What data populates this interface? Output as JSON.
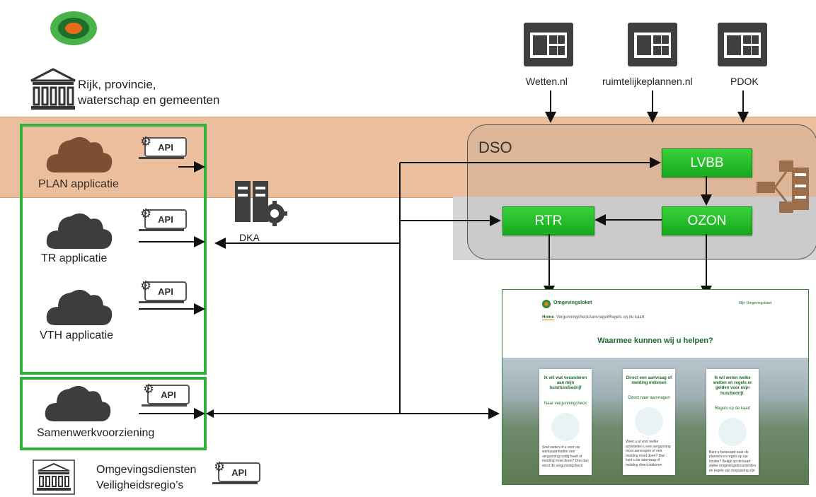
{
  "government": {
    "label_line1": "Rijk, provincie,",
    "label_line2": "waterschap en gemeenten"
  },
  "sources": [
    {
      "label": "Wetten.nl"
    },
    {
      "label": "ruimtelijkeplannen.nl"
    },
    {
      "label": "PDOK"
    }
  ],
  "dso": {
    "label": "DSO",
    "lvbb": "LVBB",
    "ozon": "OZON",
    "rtr": "RTR"
  },
  "apps": [
    {
      "label": "PLAN applicatie"
    },
    {
      "label": "TR applicatie"
    },
    {
      "label": "VTH applicatie"
    },
    {
      "label": "Samenwerkvoorziening"
    }
  ],
  "api_label": "API",
  "dka_label": "DKA",
  "bottom_org": {
    "line1": "Omgevingsdiensten",
    "line2": "Veiligheidsregio’s"
  },
  "website": {
    "logo_text": "Omgevingsloket",
    "account": "Mijn Omgevingsloket",
    "nav": [
      "Home",
      "Vergunningcheck",
      "Aanvragen",
      "Regels op de kaart"
    ],
    "heading": "Waarmee kunnen wij u helpen?",
    "cards": [
      {
        "title": "Ik wil wat veranderen aan mijn huis/tuin/bedrijf",
        "link": "Naar vergunningcheck",
        "text": "Snel weten of u voor uw werkzaamheden een vergunning nodig heeft of melding moet doen? Doe dan eerst de vergunningcheck"
      },
      {
        "title": "Direct een aanvraag of melding indienen",
        "link": "Direct naar aanvragen",
        "text": "Weet u al voor welke activiteiten u een vergunning moet aanvragen of een melding moet doen? Dan kunt u de aanvraag of melding direct indienen"
      },
      {
        "title": "Ik wil weten welke wetten en regels er gelden voor mijn huis/bedrijf.",
        "link": "Regels op de kaart",
        "text": "Bent u benieuwd naar de plannen en regels op uw locatie? Bekijk op de kaart welke omgevingsdocumenten en regels van toepassing zijn"
      }
    ]
  }
}
